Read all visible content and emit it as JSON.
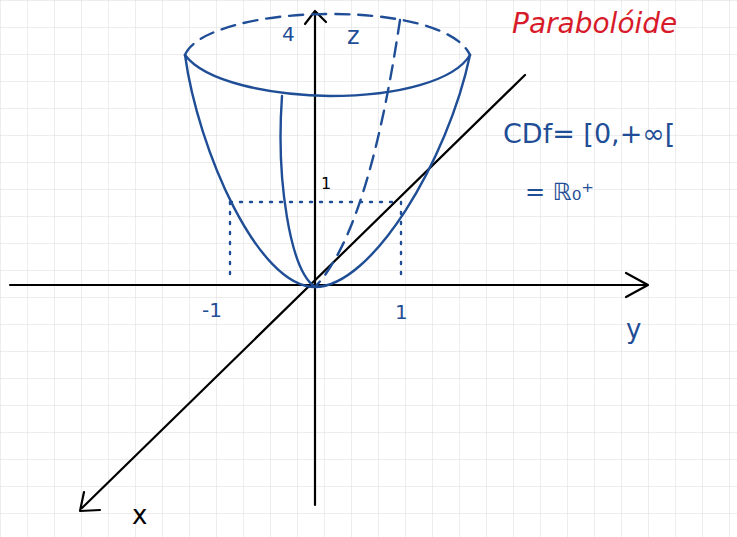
{
  "diagram": {
    "labels": [
      "4",
      "z",
      "Parabolóide",
      "CDf= [0,+∞[",
      "= ℝ₀⁺",
      "1",
      "-1",
      "1",
      "y",
      "x"
    ]
  }
}
